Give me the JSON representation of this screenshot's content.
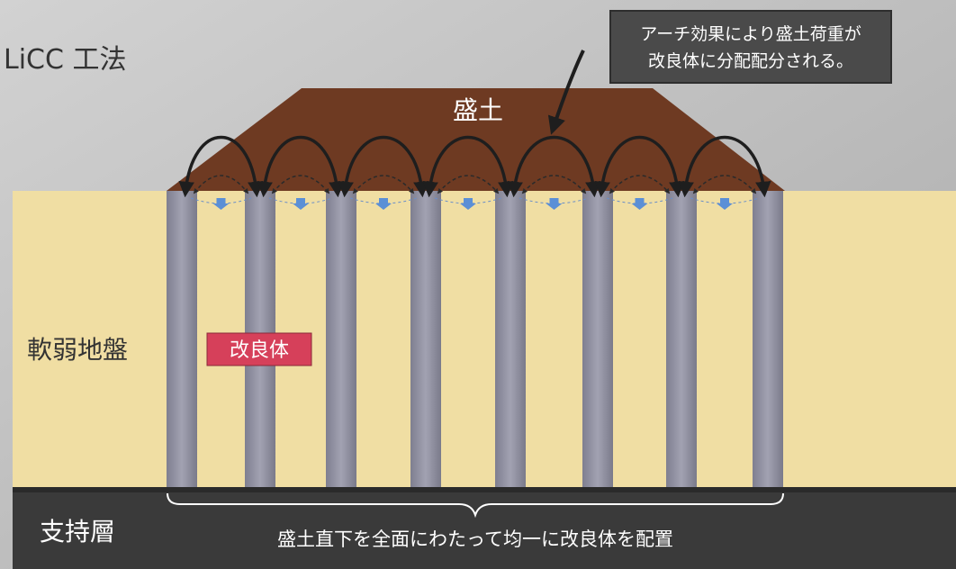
{
  "title": "LiCC 工法",
  "callout": {
    "line1": "アーチ効果により盛土荷重が",
    "line2": "改良体に分配配分される。"
  },
  "embankment_label": "盛土",
  "soft_ground_label": "軟弱地盤",
  "improved_body_label": "改良体",
  "bearing_layer_label": "支持層",
  "bottom_caption": "盛土直下を全面にわたって均一に改良体を配置",
  "colors": {
    "background": "#bdbdbd",
    "embankment": "#6e3a22",
    "soft_ground": "#f0dea3",
    "column": "#8f8fa0",
    "bearing_layer": "#3a3a3a",
    "callout_bg": "#4a4a4a",
    "label_badge": "#d6405a",
    "arrow_down": "#5b8fd6"
  },
  "column_count": 8
}
